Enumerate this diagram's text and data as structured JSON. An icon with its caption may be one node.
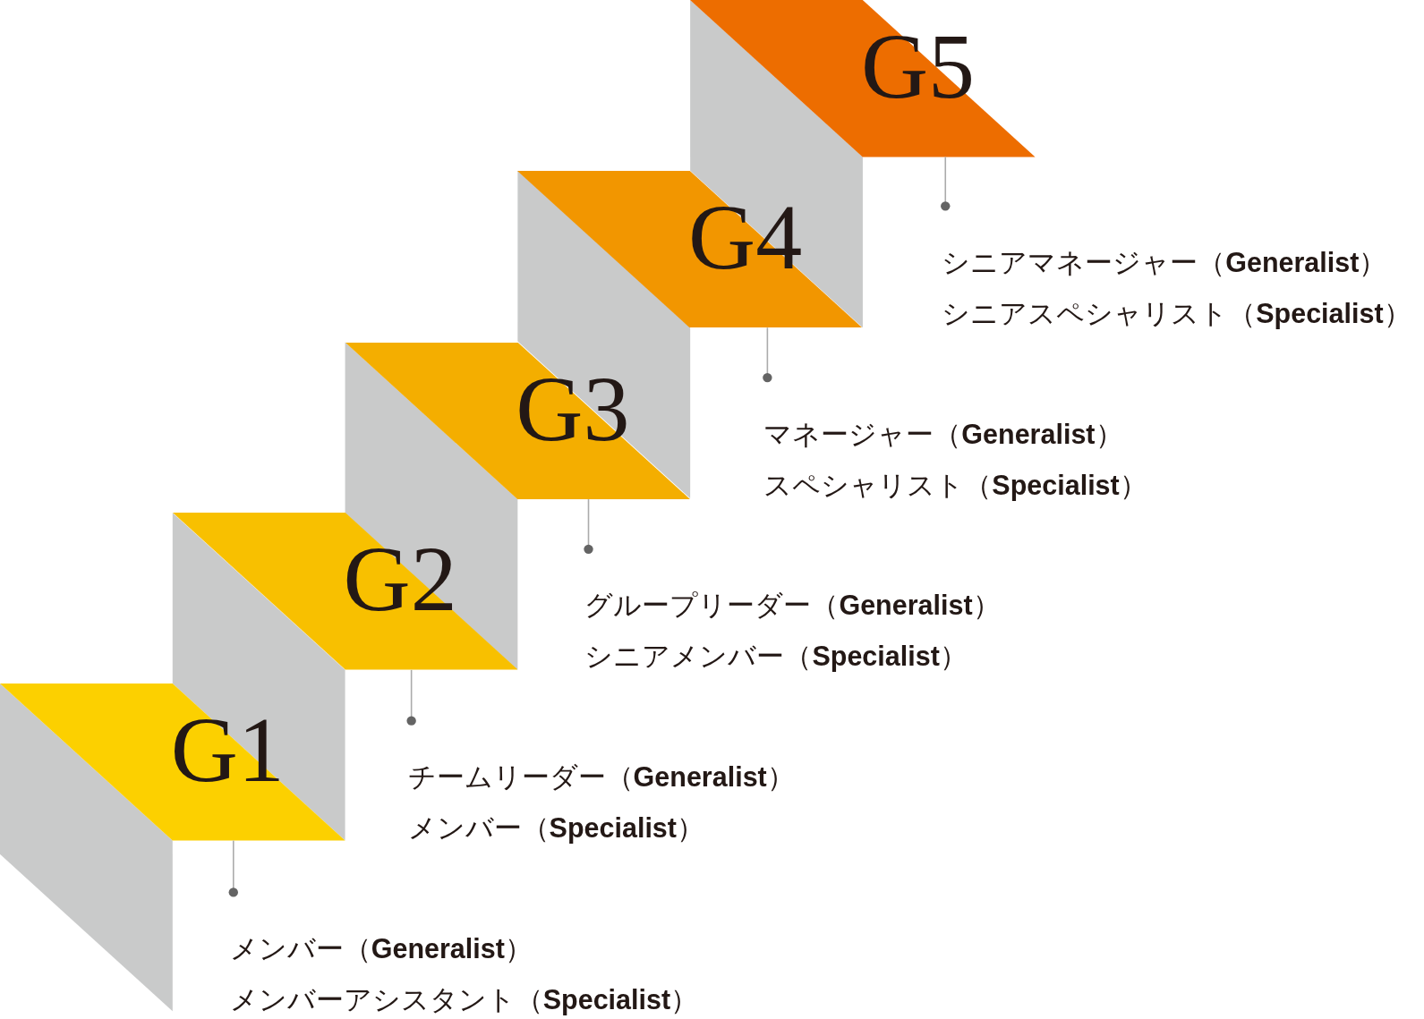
{
  "diagram": {
    "nodes": [
      {
        "text": [
          "G1"
        ]
      },
      {
        "text": [
          "G2"
        ]
      },
      {
        "text": [
          "G3"
        ]
      },
      {
        "text": [
          "G4"
        ]
      },
      {
        "text": [
          "G5"
        ]
      },
      {
        "text": [
          "メンバー（**Generalist**）",
          "メンバーアシスタント（**Specialist**）"
        ]
      },
      {
        "text": [
          "チームリーダー（**Generalist**）",
          "メンバー（**Specialist**）"
        ]
      },
      {
        "text": [
          "グループリーダー（**Generalist**）",
          "シニアメンバー（**Specialist**）"
        ]
      },
      {
        "text": [
          "マネージャー（**Generalist**）",
          "スペシャリスト（**Specialist**）"
        ]
      },
      {
        "text": [
          "シニアマネージャー（**Generalist**）",
          "シニアスペシャリスト（**Specialist**）"
        ]
      }
    ],
    "edges": [
      {
        "from": 5,
        "to": 0,
        "arrow": "other"
      },
      {
        "from": 6,
        "to": 1,
        "arrow": "other"
      },
      {
        "from": 7,
        "to": 2,
        "arrow": "other"
      },
      {
        "from": 8,
        "to": 3,
        "arrow": "other"
      },
      {
        "from": 9,
        "to": 4,
        "arrow": "other"
      }
    ]
  }
}
